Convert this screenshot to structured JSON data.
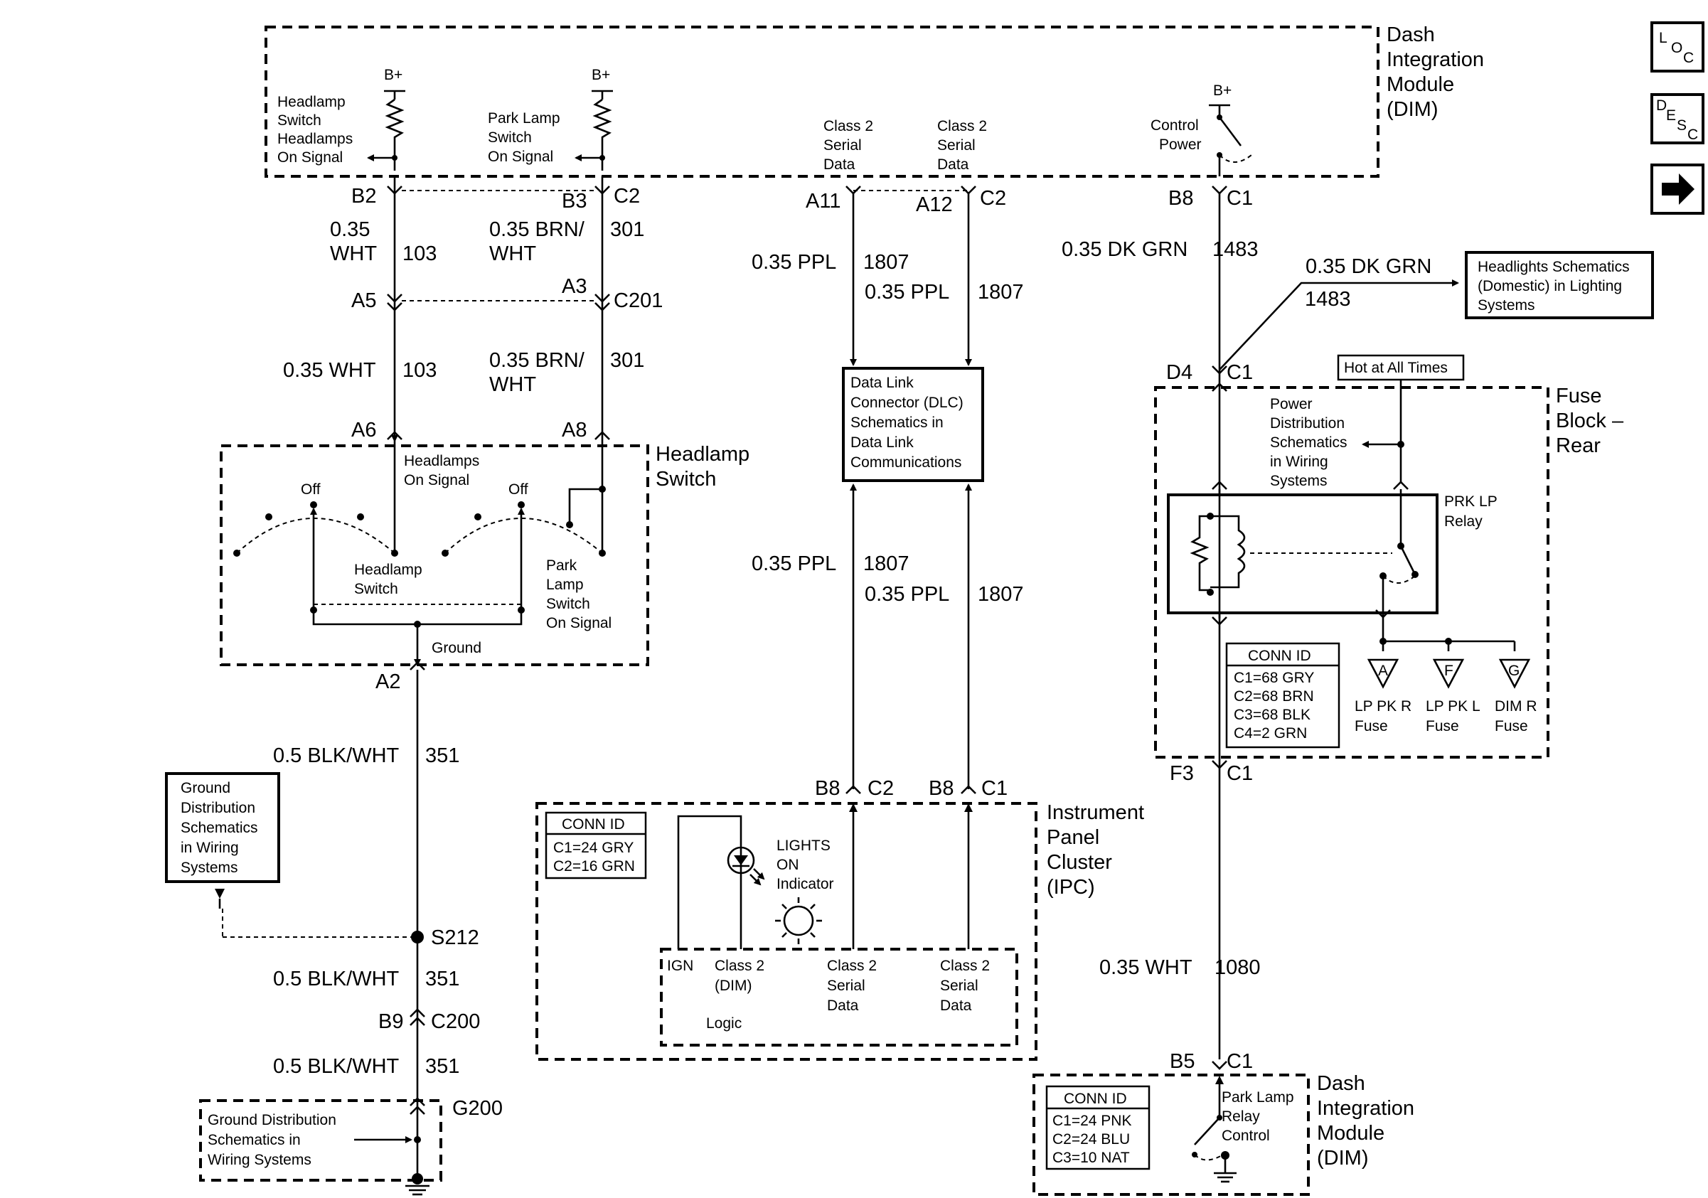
{
  "modules": {
    "dim_top": [
      "Dash",
      "Integration",
      "Module",
      "(DIM)"
    ],
    "dim_bottom": [
      "Dash",
      "Integration",
      "Module",
      "(DIM)"
    ],
    "headlamp_switch": [
      "Headlamp",
      "Switch"
    ],
    "fuse_block": [
      "Fuse",
      "Block –",
      "Rear"
    ],
    "ipc": [
      "Instrument",
      "Panel",
      "Cluster",
      "(IPC)"
    ]
  },
  "nav": {
    "loc": [
      "L",
      "O",
      "C"
    ],
    "desc": [
      "D",
      "E",
      "S",
      "C"
    ],
    "next": "➔"
  },
  "labels": {
    "b_plus": "B+",
    "headlamps_on_signal_dim": [
      "Headlamp",
      "Switch",
      "Headlamps",
      "On Signal"
    ],
    "park_lamp_on_signal_dim": [
      "Park Lamp",
      "Switch",
      "On Signal"
    ],
    "class2_a": [
      "Class 2",
      "Serial",
      "Data"
    ],
    "class2_b": [
      "Class 2",
      "Serial",
      "Data"
    ],
    "control_power": [
      "Control",
      "Power"
    ],
    "headlamps_on_signal_sw": [
      "Headlamps",
      "On Signal"
    ],
    "off_left": "Off",
    "off_right": "Off",
    "headlamp_switch_inner": [
      "Headlamp",
      "Switch"
    ],
    "park_lamp_switch_inner": [
      "Park",
      "Lamp",
      "Switch",
      "On Signal"
    ],
    "ground": "Ground",
    "dlc_box": [
      "Data Link",
      "Connector (DLC)",
      "Schematics in",
      "Data Link",
      "Communications"
    ],
    "headlights_box": [
      "Headlights Schematics",
      "(Domestic) in Lighting",
      "Systems"
    ],
    "hot_at_all_times": "Hot at All Times",
    "power_dist": [
      "Power",
      "Distribution",
      "Schematics",
      "in Wiring",
      "Systems"
    ],
    "prk_lp_relay": [
      "PRK LP",
      "Relay"
    ],
    "fuse_a": {
      "letter": "A",
      "name": [
        "LP PK R",
        "Fuse"
      ]
    },
    "fuse_f": {
      "letter": "F",
      "name": [
        "LP PK L",
        "Fuse"
      ]
    },
    "fuse_g": {
      "letter": "G",
      "name": [
        "DIM R",
        "Fuse"
      ]
    },
    "ground_dist_box": [
      "Ground",
      "Distribution",
      "Schematics",
      "in Wiring",
      "Systems"
    ],
    "ground_dist_g200": [
      "Ground Distribution",
      "Schematics in",
      "Wiring Systems"
    ],
    "lights_on_indicator": [
      "LIGHTS",
      "ON",
      "Indicator"
    ],
    "ipc_ign": "IGN",
    "ipc_class2_dim": [
      "Class 2",
      "(DIM)"
    ],
    "ipc_logic": "Logic",
    "ipc_class2_a": [
      "Class 2",
      "Serial",
      "Data"
    ],
    "ipc_class2_b": [
      "Class 2",
      "Serial",
      "Data"
    ],
    "park_lamp_relay_control": [
      "Park Lamp",
      "Relay",
      "Control"
    ]
  },
  "conn_ids": {
    "title": "CONN ID",
    "fuse_block": [
      "C1=68 GRY",
      "C2=68 BRN",
      "C3=68 BLK",
      "C4=2 GRN"
    ],
    "ipc": [
      "C1=24 GRY",
      "C2=16 GRN"
    ],
    "dim": [
      "C1=24 PNK",
      "C2=24 BLU",
      "C3=10 NAT"
    ]
  },
  "connectors": {
    "b2": "B2",
    "b3": "B3",
    "c2_top": "C2",
    "a5": "A5",
    "a3": "A3",
    "c201": "C201",
    "a6": "A6",
    "a8": "A8",
    "a2": "A2",
    "s212": "S212",
    "b9": "B9",
    "c200": "C200",
    "g200": "G200",
    "a11": "A11",
    "a12": "A12",
    "c2_dlc": "C2",
    "b8_ipc_a": "B8",
    "c2_ipc": "C2",
    "b8_ipc_b": "B8",
    "c1_ipc": "C1",
    "b8_dim": "B8",
    "c1_dim": "C1",
    "d4": "D4",
    "c1_fuse_top": "C1",
    "f3": "F3",
    "c1_fuse_bot": "C1",
    "b5": "B5",
    "c1_dim_bot": "C1"
  },
  "wires": {
    "w103_a": {
      "gauge": [
        "0.35",
        "WHT"
      ],
      "circuit": "103"
    },
    "w301_a": {
      "gauge": [
        "0.35 BRN/",
        "WHT"
      ],
      "circuit": "301"
    },
    "w103_b": {
      "gauge": "0.35 WHT",
      "circuit": "103"
    },
    "w301_b": {
      "gauge": [
        "0.35 BRN/",
        "WHT"
      ],
      "circuit": "301"
    },
    "w1807_a": {
      "gauge": "0.35 PPL",
      "circuit": "1807"
    },
    "w1807_b": {
      "gauge": "0.35 PPL",
      "circuit": "1807"
    },
    "w1807_c": {
      "gauge": "0.35 PPL",
      "circuit": "1807"
    },
    "w1807_d": {
      "gauge": "0.35 PPL",
      "circuit": "1807"
    },
    "w1483_a": {
      "gauge": "0.35 DK GRN",
      "circuit": "1483"
    },
    "w1483_b": {
      "gauge": "0.35 DK GRN",
      "circuit": "1483"
    },
    "w351_a": {
      "gauge": "0.5 BLK/WHT",
      "circuit": "351"
    },
    "w351_b": {
      "gauge": "0.5 BLK/WHT",
      "circuit": "351"
    },
    "w351_c": {
      "gauge": "0.5 BLK/WHT",
      "circuit": "351"
    },
    "w1080": {
      "gauge": "0.35 WHT",
      "circuit": "1080"
    }
  }
}
